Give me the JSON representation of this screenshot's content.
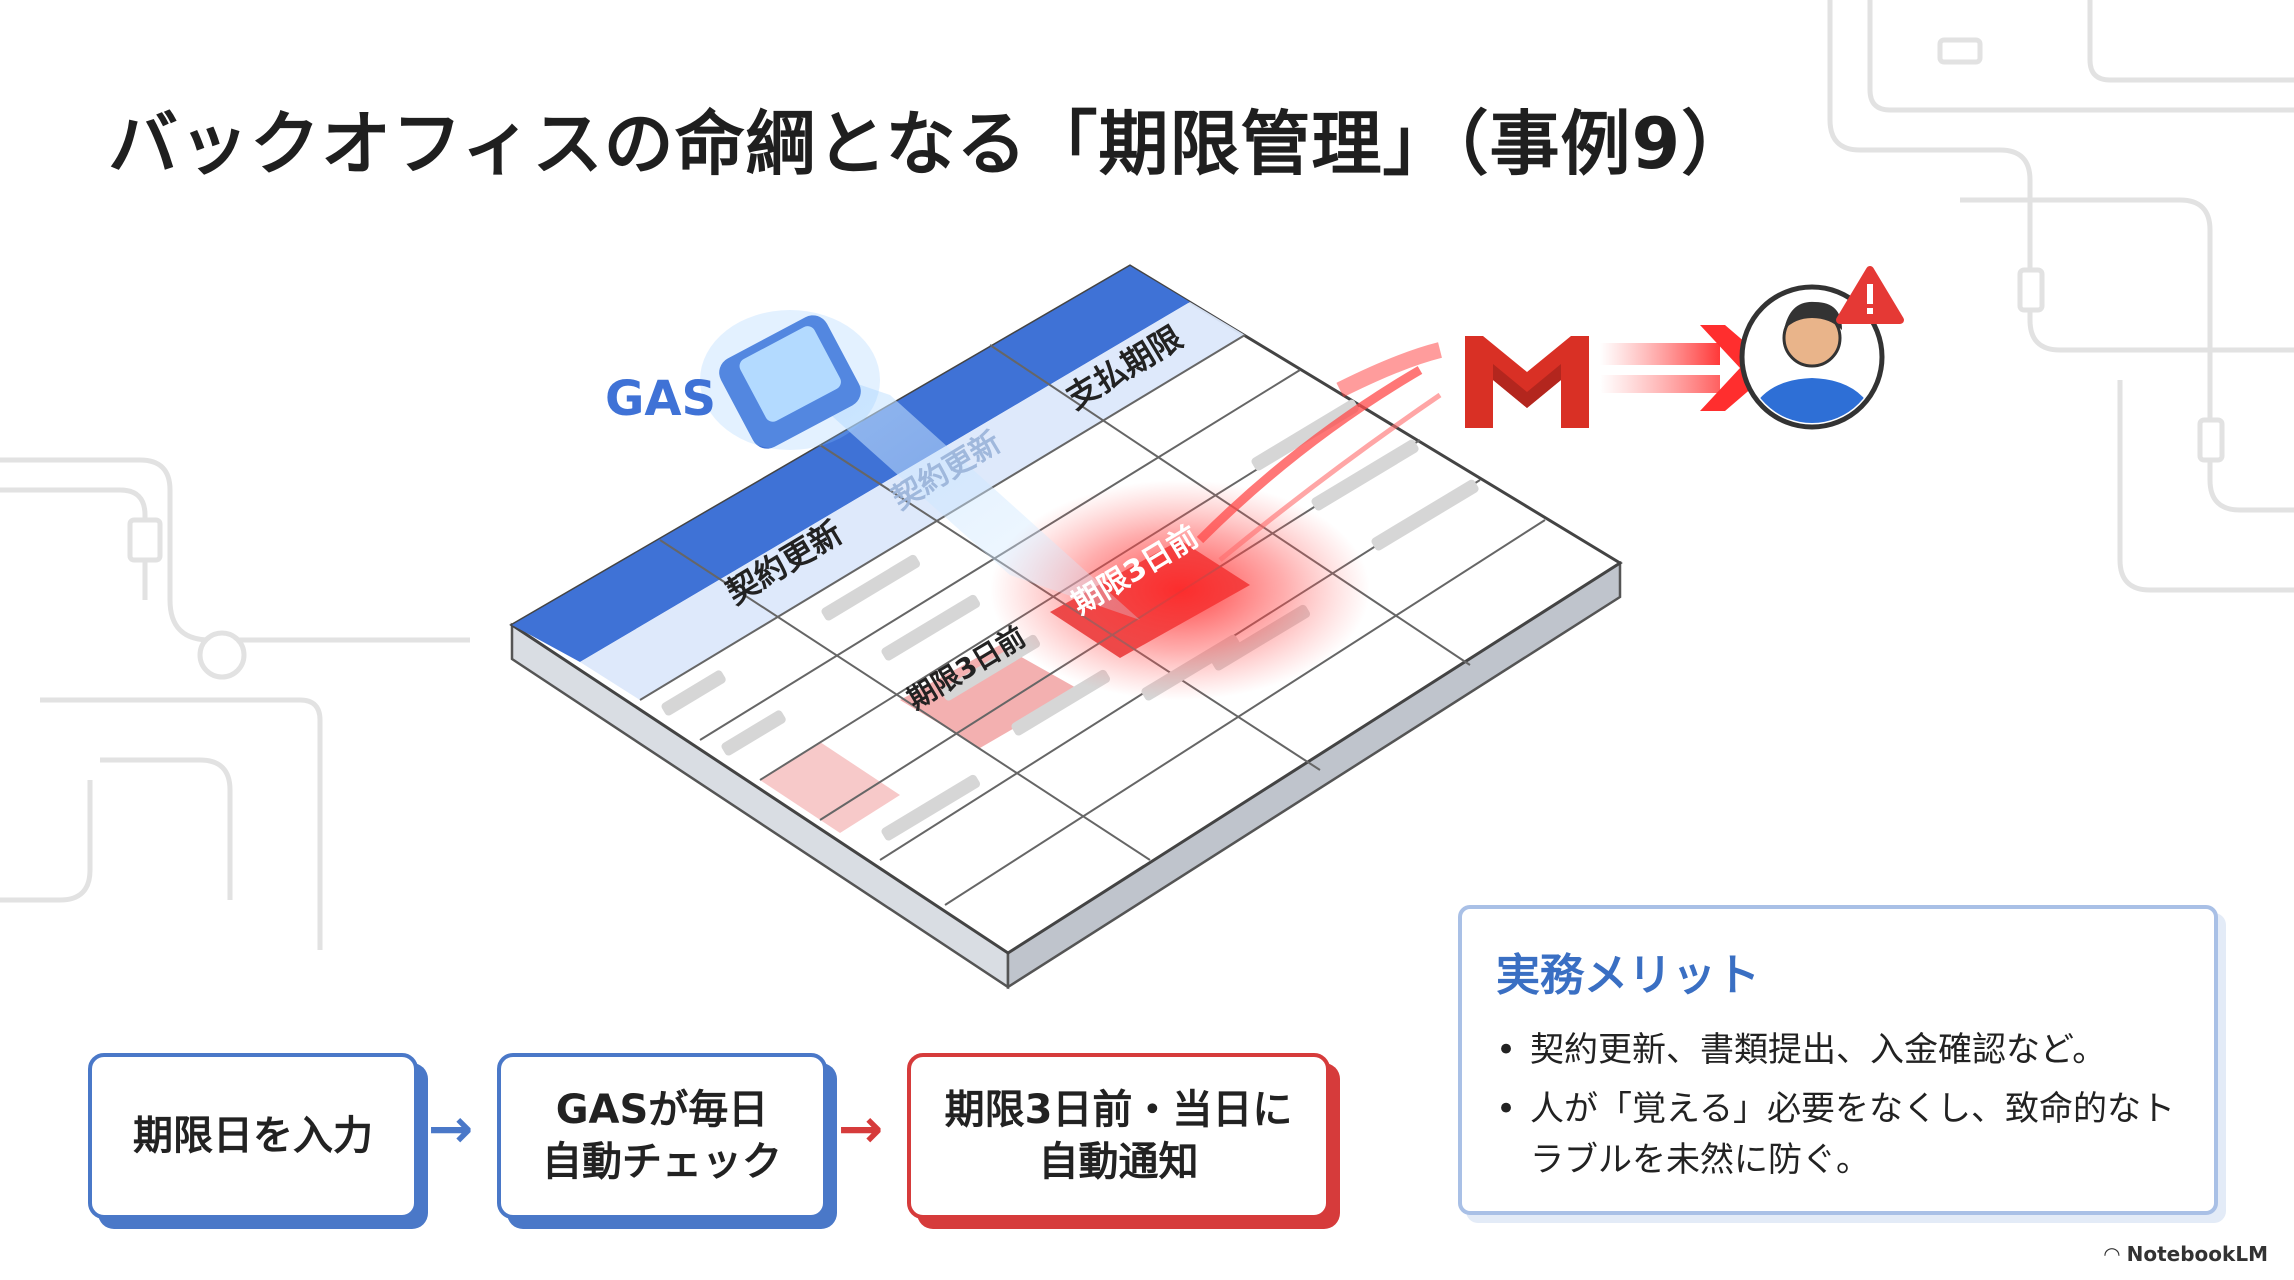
{
  "title": "バックオフィスの命綱となる「期限管理」（事例9）",
  "gas_label": "GAS",
  "sheet": {
    "headers_back": [
      "契約更新",
      "支払期限"
    ],
    "headers_front": [
      "契約更新"
    ],
    "alerts": [
      "期限3日前",
      "期限3日前"
    ]
  },
  "flow": [
    {
      "line1": "期限日を入力",
      "line2": ""
    },
    {
      "line1": "GASが毎日",
      "line2": "自動チェック"
    },
    {
      "line1": "期限3日前・当日に",
      "line2": "自動通知"
    }
  ],
  "flow_arrow": "→",
  "merit": {
    "title": "実務メリット",
    "items": [
      "契約更新、書類提出、入金確認など。",
      "人が「覚える」必要をなくし、致命的なトラブルを未然に防ぐ。"
    ]
  },
  "footer": "NotebookLM",
  "colors": {
    "accent_blue": "#4a78c8",
    "accent_red": "#d63b3b",
    "header_blue": "#3f72d6"
  }
}
